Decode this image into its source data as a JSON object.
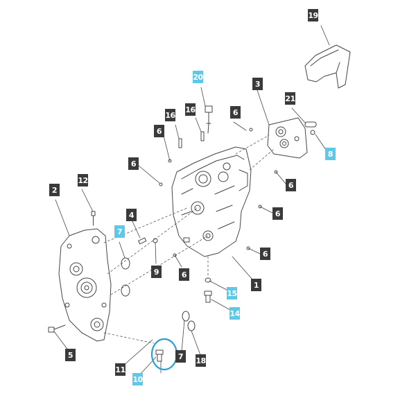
{
  "diagram": {
    "colors": {
      "dark_label": "#3a3a3a",
      "cyan_label": "#5ec8e8",
      "line": "#444444",
      "highlight": "#2a9fd6"
    },
    "callouts": [
      {
        "id": "19",
        "text": "19",
        "style": "dark"
      },
      {
        "id": "20",
        "text": "20",
        "style": "cyan"
      },
      {
        "id": "3",
        "text": "3",
        "style": "dark"
      },
      {
        "id": "21",
        "text": "21",
        "style": "dark"
      },
      {
        "id": "16a",
        "text": "16",
        "style": "dark"
      },
      {
        "id": "16b",
        "text": "16",
        "style": "dark"
      },
      {
        "id": "6-top",
        "text": "6",
        "style": "dark"
      },
      {
        "id": "6-left-upper",
        "text": "6",
        "style": "dark"
      },
      {
        "id": "8",
        "text": "8",
        "style": "cyan"
      },
      {
        "id": "6-left",
        "text": "6",
        "style": "dark"
      },
      {
        "id": "6-right-upper",
        "text": "6",
        "style": "dark"
      },
      {
        "id": "2",
        "text": "2",
        "style": "dark"
      },
      {
        "id": "12",
        "text": "12",
        "style": "dark"
      },
      {
        "id": "6-right-mid",
        "text": "6",
        "style": "dark"
      },
      {
        "id": "4",
        "text": "4",
        "style": "dark"
      },
      {
        "id": "7-left",
        "text": "7",
        "style": "cyan"
      },
      {
        "id": "6-right-lower",
        "text": "6",
        "style": "dark"
      },
      {
        "id": "9",
        "text": "9",
        "style": "dark"
      },
      {
        "id": "6-bottom",
        "text": "6",
        "style": "dark"
      },
      {
        "id": "1",
        "text": "1",
        "style": "dark"
      },
      {
        "id": "15",
        "text": "15",
        "style": "cyan"
      },
      {
        "id": "14",
        "text": "14",
        "style": "cyan"
      },
      {
        "id": "5",
        "text": "5",
        "style": "dark"
      },
      {
        "id": "7-bottom",
        "text": "7",
        "style": "dark"
      },
      {
        "id": "18",
        "text": "18",
        "style": "dark"
      },
      {
        "id": "11",
        "text": "11",
        "style": "dark"
      },
      {
        "id": "10",
        "text": "10",
        "style": "cyan"
      }
    ]
  }
}
